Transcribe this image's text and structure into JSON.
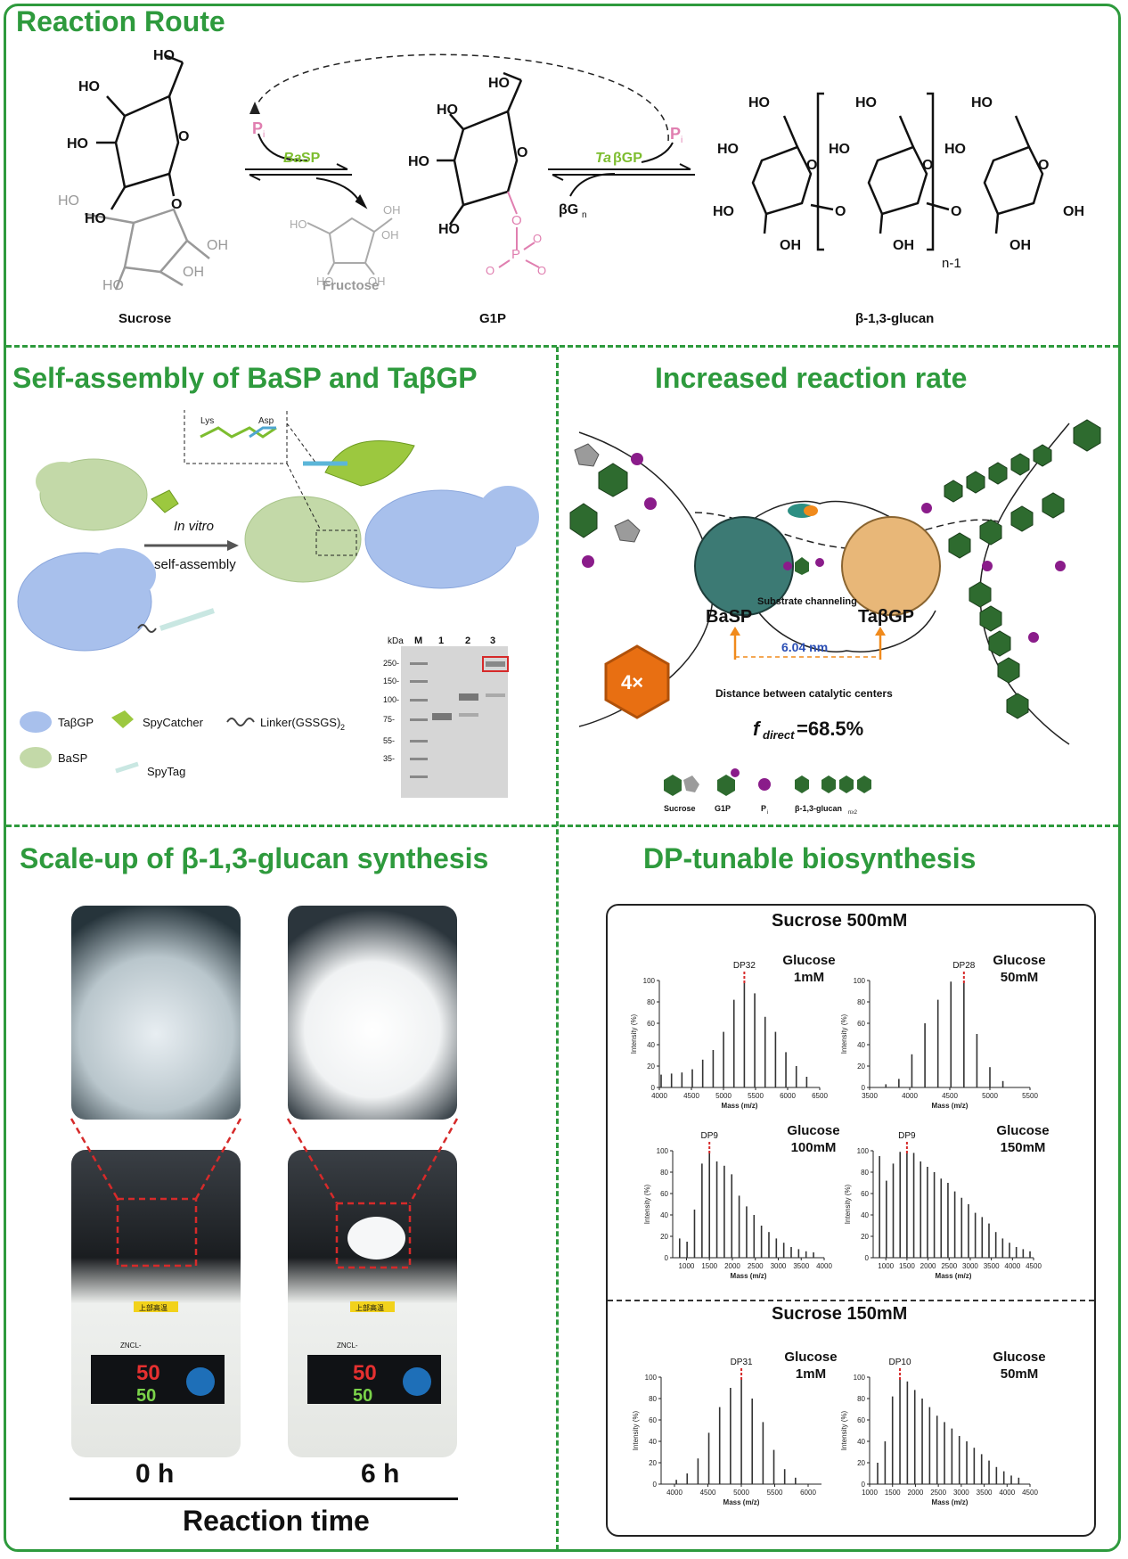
{
  "colors": {
    "accent_green": "#2e9a3d",
    "phosphate_pink": "#e07fb0",
    "enzyme_green_text": "#7dbd2f",
    "basp_teal": "#3c7a74",
    "tabgp_tan": "#e8b778",
    "arrow_orange": "#f08a1c",
    "fold_orange": "#e86f12",
    "distance_blue": "#2b4fb5",
    "peak_red": "#d62a2a",
    "glucose_green": "#2e6b2f",
    "pi_purple": "#8a1c8a",
    "fructose_grey": "#8d8d8d"
  },
  "route": {
    "title": "Reaction Route",
    "sucrose_label": "Sucrose",
    "fructose_label": "Fructose",
    "g1p_label": "G1P",
    "glucan_label": "β-1,3-glucan",
    "enzyme_1_prefix": "Ba",
    "enzyme_1_suffix": "SP",
    "enzyme_2_prefix": "Ta",
    "enzyme_2_suffix": "βGP",
    "pi_label": "P",
    "pi_sub": "i",
    "bgn_label": "βG",
    "bgn_sub": "n",
    "n_minus_1": "n-1",
    "ho": "HO",
    "oh": "OH",
    "o": "O",
    "p": "P"
  },
  "assembly": {
    "title": "Self-assembly of BaSP and TaβGP",
    "in_vitro": "In vitro",
    "self_assembly": "self-assembly",
    "lys": "Lys",
    "asp": "Asp",
    "legend": {
      "tabgp": "TaβGP",
      "spycatcher": "SpyCatcher",
      "linker": "Linker(GSSGS)",
      "linker_sub": "2",
      "basp": "BaSP",
      "spytag": "SpyTag"
    },
    "gel": {
      "kda": "kDa",
      "lanes": [
        "M",
        "1",
        "2",
        "3"
      ],
      "markers": [
        "250-",
        "150-",
        "100-",
        "75-",
        "55-",
        "35-"
      ]
    }
  },
  "rate": {
    "title": "Increased reaction rate",
    "basp": "BaSP",
    "tabgp": "TaβGP",
    "channeling": "Substrate channeling",
    "distance_value": "6.04 nm",
    "distance_caption": "Distance between catalytic centers",
    "fold": "4×",
    "fdirect_f": "f",
    "fdirect_sub": "direct",
    "fdirect_value": "=68.5%",
    "legend": {
      "sucrose": "Sucrose",
      "g1p": "G1P",
      "pi": "P",
      "pi_sub": "i",
      "glucan": "β-1,3-glucan",
      "glucan_sub": "n≥2"
    }
  },
  "scaleup": {
    "title": "Scale-up of β-1,3-glucan synthesis",
    "time_0": "0 h",
    "time_6": "6 h",
    "axis": "Reaction time",
    "display_top": "50",
    "display_bottom": "50",
    "warning_label": "上部高温",
    "device_model": "ZNCL-"
  },
  "dp": {
    "title": "DP-tunable biosynthesis",
    "sucrose_500": "Sucrose 500mM",
    "sucrose_150": "Sucrose 150mM",
    "ylabel": "Intensity (%)",
    "xlabel": "Mass (m/z)"
  },
  "chart_data": [
    {
      "type": "bar",
      "title": "Glucose 1mM",
      "condition": "Sucrose 500mM",
      "annotation": "DP32",
      "xlabel": "Mass (m/z)",
      "ylabel": "Intensity (%)",
      "xlim": [
        4000,
        6500
      ],
      "ylim": [
        0,
        100
      ],
      "xticks": [
        4000,
        4500,
        5000,
        5500,
        6000,
        6500
      ],
      "yticks": [
        0,
        20,
        40,
        60,
        80,
        100
      ],
      "x": [
        4028,
        4190,
        4352,
        4514,
        4676,
        4839,
        5001,
        5163,
        5325,
        5487,
        5649,
        5811,
        5973,
        6135,
        6297
      ],
      "values": [
        12,
        13,
        14,
        17,
        26,
        35,
        52,
        82,
        100,
        88,
        66,
        52,
        33,
        20,
        10
      ],
      "peak_x": 5325
    },
    {
      "type": "bar",
      "title": "Glucose 50mM",
      "condition": "Sucrose 500mM",
      "annotation": "DP28",
      "xlabel": "Mass (m/z)",
      "ylabel": "Intensity (%)",
      "xlim": [
        3500,
        5500
      ],
      "ylim": [
        0,
        100
      ],
      "xticks": [
        3500,
        4000,
        4500,
        5000,
        5500
      ],
      "yticks": [
        0,
        20,
        40,
        60,
        80,
        100
      ],
      "x": [
        3703,
        3865,
        4027,
        4190,
        4352,
        4514,
        4676,
        4838,
        5000,
        5162
      ],
      "values": [
        3,
        8,
        31,
        60,
        82,
        99,
        100,
        50,
        19,
        6
      ],
      "peak_x": 4676
    },
    {
      "type": "bar",
      "title": "Glucose 100mM",
      "condition": "Sucrose 500mM",
      "annotation": "DP9",
      "xlabel": "Mass (m/z)",
      "ylabel": "Intensity (%)",
      "xlim": [
        700,
        4000
      ],
      "ylim": [
        0,
        100
      ],
      "xticks": [
        1000,
        1500,
        2000,
        2500,
        3000,
        3500,
        4000
      ],
      "yticks": [
        0,
        20,
        40,
        60,
        80,
        100
      ],
      "x": [
        851,
        1013,
        1175,
        1338,
        1500,
        1662,
        1824,
        1986,
        2148,
        2310,
        2472,
        2634,
        2796,
        2958,
        3120,
        3282,
        3444,
        3606,
        3768
      ],
      "values": [
        18,
        15,
        45,
        88,
        100,
        90,
        86,
        78,
        58,
        48,
        40,
        30,
        24,
        18,
        14,
        10,
        8,
        6,
        5
      ],
      "peak_x": 1500
    },
    {
      "type": "bar",
      "title": "Glucose 150mM",
      "condition": "Sucrose 500mM",
      "annotation": "DP9",
      "xlabel": "Mass (m/z)",
      "ylabel": "Intensity (%)",
      "xlim": [
        700,
        4500
      ],
      "ylim": [
        0,
        100
      ],
      "xticks": [
        1000,
        1500,
        2000,
        2500,
        3000,
        3500,
        4000,
        4500
      ],
      "yticks": [
        0,
        20,
        40,
        60,
        80,
        100
      ],
      "x": [
        851,
        1013,
        1175,
        1338,
        1500,
        1662,
        1824,
        1986,
        2148,
        2310,
        2472,
        2634,
        2796,
        2958,
        3120,
        3282,
        3444,
        3606,
        3768,
        3930,
        4092,
        4254,
        4416
      ],
      "values": [
        95,
        72,
        88,
        99,
        100,
        98,
        90,
        85,
        80,
        74,
        70,
        62,
        56,
        50,
        42,
        38,
        32,
        24,
        18,
        14,
        10,
        8,
        6
      ],
      "peak_x": 1500
    },
    {
      "type": "bar",
      "title": "Glucose 1mM",
      "condition": "Sucrose 150mM",
      "annotation": "DP31",
      "xlabel": "Mass (m/z)",
      "ylabel": "Intensity (%)",
      "xlim": [
        3800,
        6200
      ],
      "ylim": [
        0,
        100
      ],
      "xticks": [
        4000,
        4500,
        5000,
        5500,
        6000
      ],
      "yticks": [
        0,
        20,
        40,
        60,
        80,
        100
      ],
      "x": [
        4028,
        4190,
        4352,
        4514,
        4676,
        4838,
        5001,
        5163,
        5325,
        5487,
        5649,
        5811
      ],
      "values": [
        4,
        10,
        24,
        48,
        72,
        90,
        100,
        80,
        58,
        32,
        14,
        6
      ],
      "peak_x": 5001
    },
    {
      "type": "bar",
      "title": "Glucose 50mM",
      "condition": "Sucrose 150mM",
      "annotation": "DP10",
      "xlabel": "Mass (m/z)",
      "ylabel": "Intensity (%)",
      "xlim": [
        1000,
        4500
      ],
      "ylim": [
        0,
        100
      ],
      "xticks": [
        1000,
        1500,
        2000,
        2500,
        3000,
        3500,
        4000,
        4500
      ],
      "yticks": [
        0,
        20,
        40,
        60,
        80,
        100
      ],
      "x": [
        1175,
        1338,
        1500,
        1662,
        1824,
        1986,
        2148,
        2310,
        2472,
        2634,
        2796,
        2958,
        3120,
        3282,
        3444,
        3606,
        3768,
        3930,
        4092,
        4254
      ],
      "values": [
        20,
        40,
        82,
        100,
        96,
        88,
        80,
        72,
        64,
        58,
        52,
        45,
        40,
        34,
        28,
        22,
        16,
        12,
        8,
        6
      ],
      "peak_x": 1662
    }
  ]
}
